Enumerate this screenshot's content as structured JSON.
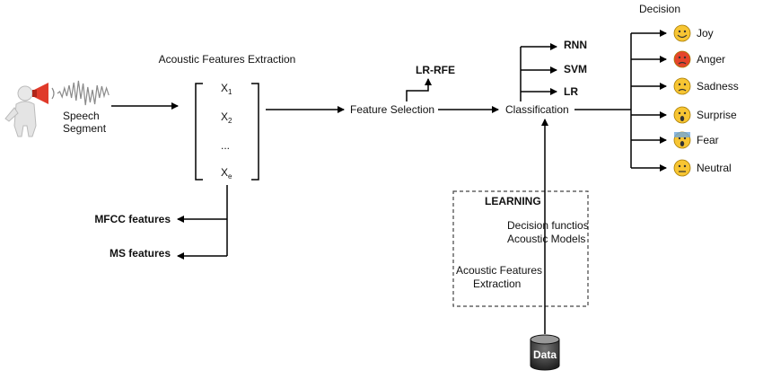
{
  "title": "Acoustic Features Extraction",
  "input": {
    "label_line1": "Speech",
    "label_line2": "Segment",
    "speaker_icon": "person-megaphone-icon",
    "waveform_icon": "sound-wave-icon"
  },
  "features_vector": {
    "items": [
      "X",
      "X",
      "...",
      "X"
    ],
    "subscripts": [
      "1",
      "2",
      "",
      "e"
    ]
  },
  "feature_types": [
    "MFCC features",
    "MS features"
  ],
  "feature_selection": {
    "label": "Feature Selection",
    "method": "LR-RFE"
  },
  "classification": {
    "label": "Classification",
    "models": [
      "RNN",
      "SVM",
      "LR"
    ]
  },
  "decision": {
    "title": "Decision",
    "emotions": [
      {
        "label": "Joy",
        "icon": "grinning-face-icon",
        "color": "#f7c533"
      },
      {
        "label": "Anger",
        "icon": "angry-face-icon",
        "color": "#e5452b"
      },
      {
        "label": "Sadness",
        "icon": "pensive-face-icon",
        "color": "#f7c533"
      },
      {
        "label": "Surprise",
        "icon": "dizzy-face-icon",
        "color": "#f7c533"
      },
      {
        "label": "Fear",
        "icon": "screaming-face-icon",
        "color": "#f7c533"
      },
      {
        "label": "Neutral",
        "icon": "neutral-face-icon",
        "color": "#f7c533"
      }
    ]
  },
  "learning": {
    "title": "LEARNING",
    "decision_line1": "Decision functios",
    "decision_line2": "Acoustic Models",
    "extraction_line1": "Acoustic Features",
    "extraction_line2": "Extraction"
  },
  "data_store": {
    "label": "Data",
    "icon": "database-cylinder-icon"
  }
}
